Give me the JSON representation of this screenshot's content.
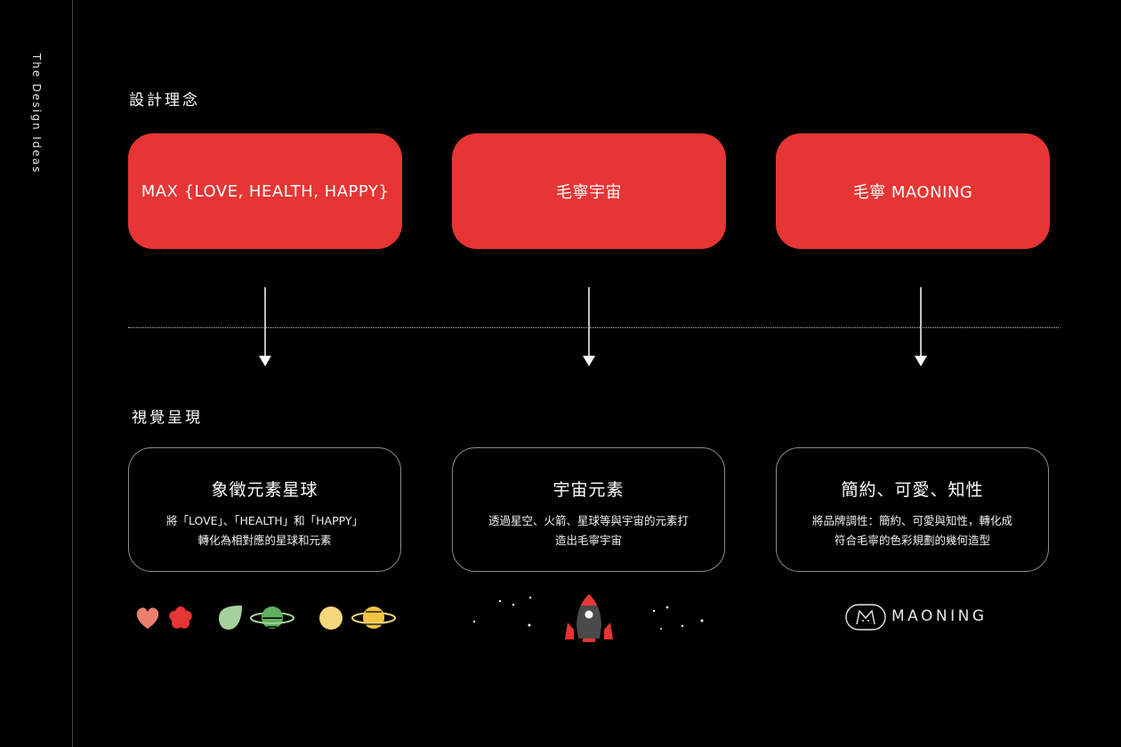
{
  "sidebar": {
    "label": "The Design Ideas"
  },
  "sections": {
    "concept_title": "設計理念",
    "visual_title": "視覺呈現"
  },
  "concepts": [
    {
      "label": "MAX {LOVE, HEALTH, HAPPY}"
    },
    {
      "label": "毛寧宇宙"
    },
    {
      "label": "毛寧 MAONING"
    }
  ],
  "visuals": [
    {
      "title": "象徵元素星球",
      "desc_line1": "將「LOVE」、「HEALTH」和「HAPPY」",
      "desc_line2": "轉化為相對應的星球和元素"
    },
    {
      "title": "宇宙元素",
      "desc_line1": "透過星空、火箭、星球等與宇宙的元素打",
      "desc_line2": "造出毛寧宇宙"
    },
    {
      "title": "簡約、可愛、知性",
      "desc_line1": "將品牌調性：簡約、可愛與知性，轉化成",
      "desc_line2": "符合毛寧的色彩規劃的幾何造型"
    }
  ],
  "brand": {
    "wordmark": "MAONING"
  },
  "colors": {
    "background": "#000000",
    "accent_red": "#e63534",
    "pink": "#e8806e",
    "green_light": "#a5d19a",
    "green": "#5fb060",
    "yellow": "#f4d67b",
    "yellow_dark": "#f2c440"
  },
  "icons": [
    "heart-icon",
    "flower-icon",
    "leaf-icon",
    "green-planet-icon",
    "yellow-circle-icon",
    "yellow-planet-icon",
    "rocket-icon",
    "star-icon",
    "maoning-logo-icon"
  ]
}
